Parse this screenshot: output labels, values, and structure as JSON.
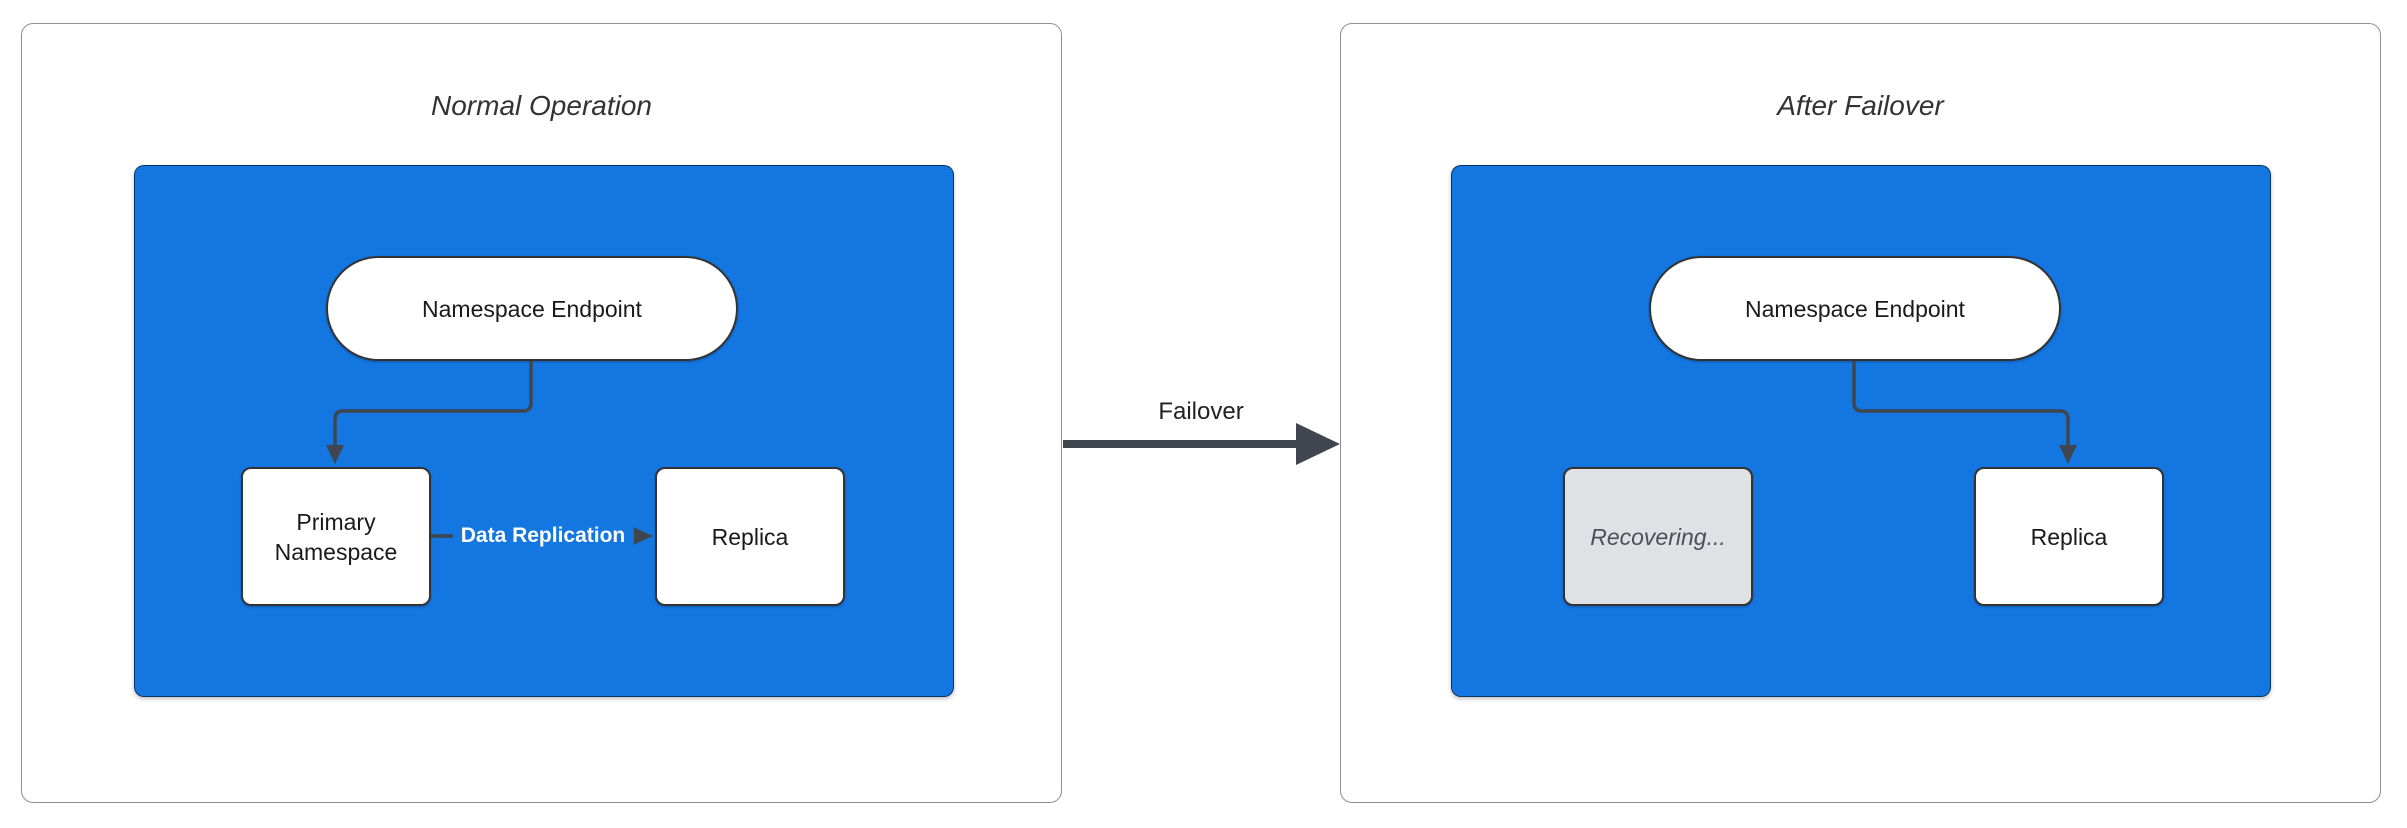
{
  "colors": {
    "container_blue": "#1476E0",
    "connector": "#3F4650",
    "node_border": "#333333",
    "panel_border": "#8f8f8f",
    "gray_node_fill": "#e0e1e4",
    "gray_node_text": "#4b5057",
    "title_text": "#333333",
    "edge_label_text": "#ffffff"
  },
  "left_panel": {
    "title": "Normal Operation",
    "endpoint_label": "Namespace Endpoint",
    "primary_label": "Primary Namespace",
    "replica_label": "Replica",
    "replication_edge_label": "Data Replication"
  },
  "transition": {
    "label": "Failover"
  },
  "right_panel": {
    "title": "After Failover",
    "endpoint_label": "Namespace Endpoint",
    "recovering_label": "Recovering...",
    "replica_label": "Replica"
  }
}
